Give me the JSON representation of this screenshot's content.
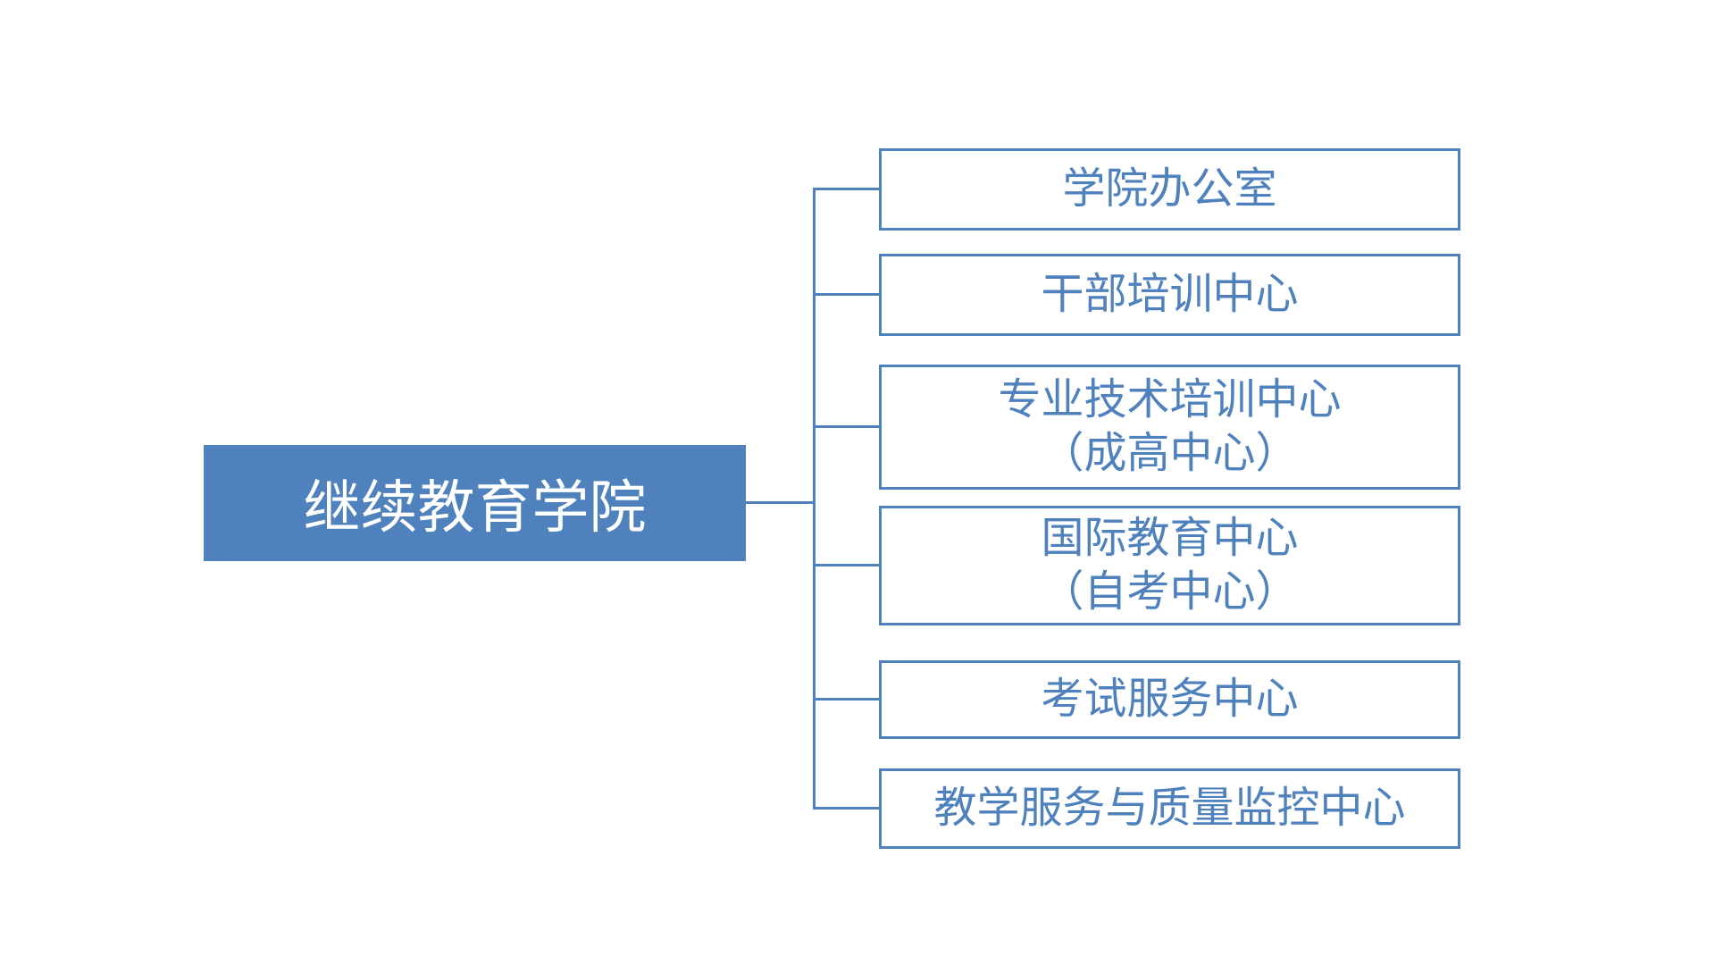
{
  "diagram": {
    "type": "org-chart",
    "root": {
      "label": "继续教育学院"
    },
    "children": [
      {
        "line1": "学院办公室",
        "line2": ""
      },
      {
        "line1": "干部培训中心",
        "line2": ""
      },
      {
        "line1": "专业技术培训中心",
        "line2": "（成高中心）"
      },
      {
        "line1": "国际教育中心",
        "line2": "（自考中心）"
      },
      {
        "line1": "考试服务中心",
        "line2": ""
      },
      {
        "line1": "教学服务与质量监控中心",
        "line2": ""
      }
    ],
    "colors": {
      "accent": "#4F81BD",
      "root_fill": "#4F81BD",
      "root_text": "#FFFFFF",
      "child_fill": "#FFFFFF",
      "child_border": "#4F81BD",
      "child_text": "#4F81BD",
      "background": "#FFFFFF"
    }
  }
}
